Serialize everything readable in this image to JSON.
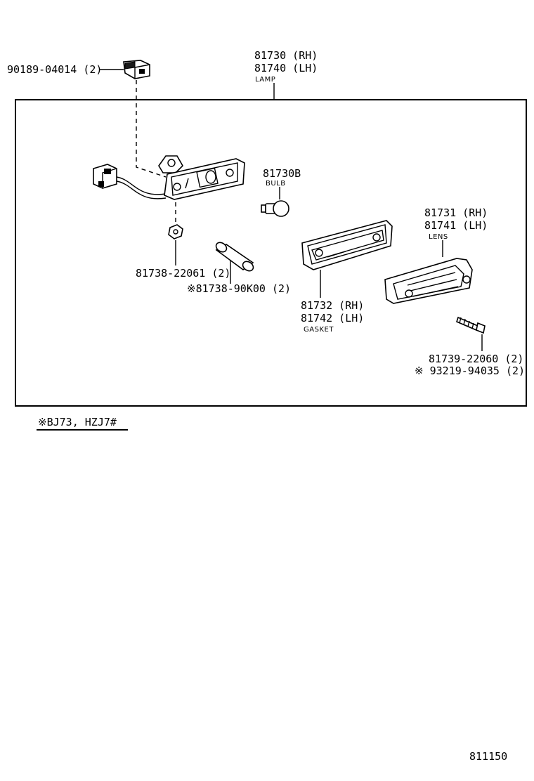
{
  "labels": {
    "clip": "90189-04014 (2)",
    "lamp_rh": "81730 (RH)",
    "lamp_lh": "81740 (LH)",
    "lamp_name": "LAMP",
    "bulb_no": "81730B",
    "bulb_name": "BULB",
    "lens_rh": "81731 (RH)",
    "lens_lh": "81741 (LH)",
    "lens_name": "LENS",
    "nut": "81738-22061 (2)",
    "collar": "※81738-90K00 (2)",
    "gasket_rh": "81732 (RH)",
    "gasket_lh": "81742 (LH)",
    "gasket_name": "GASKET",
    "screw": "81739-22060 (2)",
    "screw_alt": "※ 93219-94035 (2)",
    "note": "※BJ73, HZJ7#",
    "diagram_no": "811150"
  },
  "icons": [
    "clip-icon",
    "lamp-housing-icon",
    "bulb-icon",
    "nut-icon",
    "collar-icon",
    "gasket-icon",
    "lens-icon",
    "screw-icon"
  ]
}
